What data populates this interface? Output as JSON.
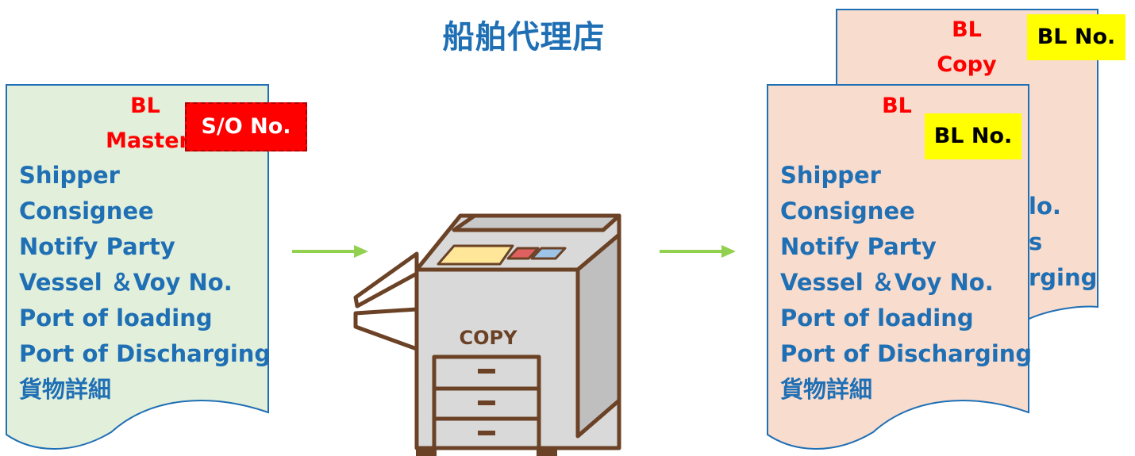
{
  "title": "船舶代理店",
  "master_doc": {
    "title_line1": "BL",
    "title_line2": "Master",
    "tag": "S/O No.",
    "fields": [
      "Shipper",
      "Consignee",
      "Notify Party",
      "Vessel ＆Voy No.",
      "Port of loading",
      "Port of Discharging",
      "貨物詳細"
    ]
  },
  "copier": {
    "label": "COPY"
  },
  "back_doc": {
    "title_line1": "BL",
    "title_line2": "Copy",
    "tag": "BL No.",
    "partial_fields": [
      "lo.",
      "s",
      "rging"
    ]
  },
  "front_doc": {
    "title_line1": "BL",
    "tag": "BL No.",
    "fields": [
      "Shipper",
      "Consignee",
      "Notify Party",
      "Vessel ＆Voy No.",
      "Port of loading",
      "Port of Discharging",
      "貨物詳細"
    ]
  },
  "colors": {
    "title": "#1f6fb5",
    "field_text": "#1f6fb5",
    "doc_title": "#ff0000",
    "master_fill": "#e2efda",
    "copy_fill": "#f8dccd",
    "arrow": "#92d050",
    "tag_red": "#ff0000",
    "tag_yellow": "#ffff00"
  }
}
